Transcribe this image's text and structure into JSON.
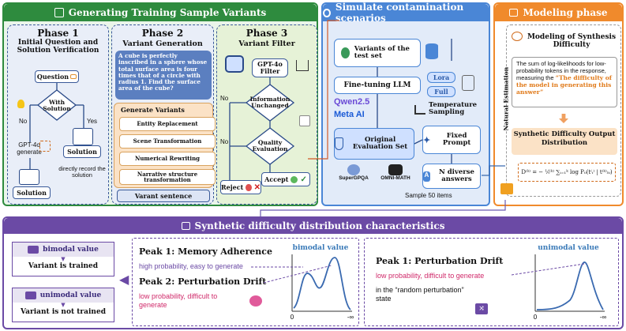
{
  "sections": {
    "generating": "Generating Training Sample Variants",
    "simulate": "Simulate contamination scenarios",
    "modeling": "Modeling phase",
    "distribution": "Synthetic difficulty distribution characteristics"
  },
  "phase1": {
    "title": "Phase 1",
    "subtitle": "Initial Question and Solution Verification",
    "question": "Question",
    "with_solution": "With Solution",
    "no": "No",
    "yes": "Yes",
    "gpt4o_generate": "GPT-4o generate",
    "solution_left": "Solution",
    "solution_right": "Solution",
    "directly_record": "directly record the solution"
  },
  "phase2": {
    "title": "Phase 2",
    "subtitle": "Variant Generation",
    "question_text": "A cube is perfectly inscribed in a sphere whose total surface area is four times that of a circle with radius 1. Find the surface area of the cube?",
    "generate_variants": "Generate Variants",
    "variants": [
      "Entity Replacement",
      "Scene Transformation",
      "Numerical Rewriting",
      "Narrative structure transformation"
    ],
    "varant_sentence": "Varant sentence"
  },
  "phase3": {
    "title": "Phase 3",
    "subtitle": "Variant Filter",
    "gpt4o_filter": "GPT-4o Filter",
    "information_unchanged": "Information Unchanged",
    "quality_evaluation": "Quality Evaluation",
    "no1": "No",
    "no2": "No",
    "accept": "Accept",
    "reject": "Reject"
  },
  "simulate": {
    "variants_test_set": "Variants of the test set",
    "finetuning": "Fine-tuning LLM",
    "lora": "Lora",
    "full": "Full",
    "qwen": "Qwen2.5",
    "meta": "Meta AI",
    "temperature": "Temperature Sampling",
    "original_eval": "Original Evaluation Set",
    "fixed_prompt": "Fixed Prompt",
    "supergpqa": "SuperGPQA",
    "omnimath": "OMNI-MATH",
    "n_diverse": "N diverse answers",
    "sample": "Sample 50 items"
  },
  "modeling": {
    "modeling_title": "Modeling of Synthesis Difficulty",
    "description_plain": "The sum of log-likelihoods for low-probability tokens in the response, measuring the ",
    "description_quote": "“The difficulty of the model in generating this answer”",
    "natural_estimation": "Natural Estimation",
    "synthetic_output": "Synthetic Difficulty Output Distribution",
    "formula": "D⁽ᵏ⁾ = − ¹⁄ₜ⁽ᵏ⁾ ∑ᵢ₌₁ᵏ log P₀(t⁽ᵢ⁾ | t⁽ᵏ⁾₅ᵢ)"
  },
  "distribution": {
    "bimodal_value": "bimodal value",
    "variant_trained": "Variant is trained",
    "unimodal_value": "unimodal value",
    "variant_not_trained": "Variant is not trained",
    "peak1_memory": "Peak 1: Memory Adherence",
    "peak1_memory_desc": "high probability, easy to generate",
    "peak2_drift": "Peak 2: Perturbation Drift",
    "peak2_drift_desc": "low probability, difficult to generate",
    "chart1_title": "bimodal value",
    "chart1_x0": "0",
    "chart1_xinf": "-∞",
    "peak1_drift": "Peak 1: Perturbation Drift",
    "peak1_drift_desc": "low probability, difficult to generate",
    "random_state": "in the “random perturbation” state",
    "chart2_title": "unimodal value",
    "chart2_x0": "0",
    "chart2_xinf": "-∞"
  },
  "colors": {
    "green": "#2e8b3e",
    "blue": "#4a86d6",
    "orange": "#f08a2c",
    "purple": "#6b4aa5"
  }
}
